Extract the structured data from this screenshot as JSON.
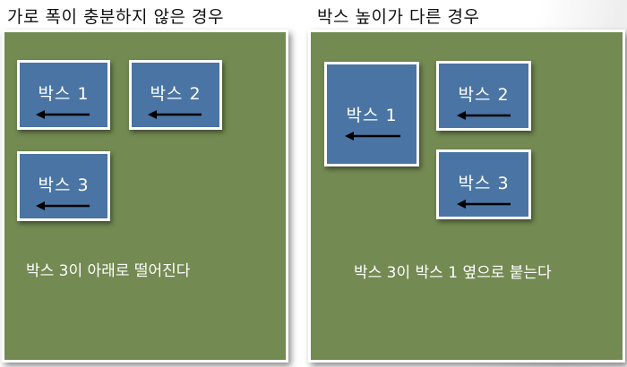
{
  "left": {
    "title": "가로 폭이 충분하지 않은 경우",
    "boxes": [
      "박스 1",
      "박스 2",
      "박스 3"
    ],
    "caption": "박스 3이 아래로 떨어진다"
  },
  "right": {
    "title": "박스 높이가 다른 경우",
    "boxes": [
      "박스 1",
      "박스 2",
      "박스 3"
    ],
    "caption": "박스 3이 박스 1 옆으로 붙는다"
  },
  "colors": {
    "panel": "#738a52",
    "box": "#4a74a3",
    "arrow": "#000000"
  }
}
